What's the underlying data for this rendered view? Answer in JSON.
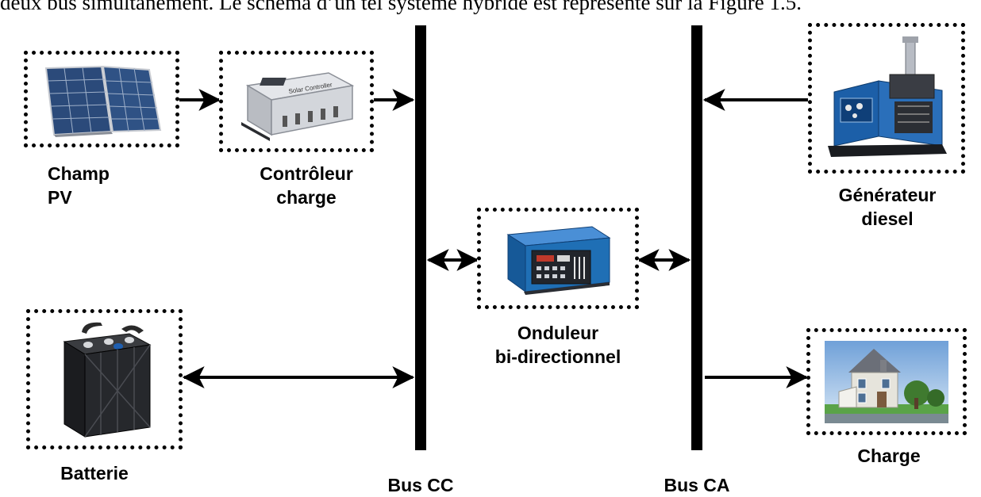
{
  "intro_text": "deux bus simultanément. Le schéma d’un tel système hybride est représenté sur la Figure 1.5.",
  "nodes": {
    "pv": {
      "line1": "Champ",
      "line2": "PV",
      "icon": "solar-panel-icon"
    },
    "controller": {
      "line1": "Contrôleur",
      "line2": "charge",
      "icon": "charge-controller-icon",
      "device_text": "Solar Controller"
    },
    "generator": {
      "line1": "Générateur",
      "line2": "diesel",
      "icon": "diesel-generator-icon"
    },
    "inverter": {
      "line1": "Onduleur",
      "line2": "bi-directionnel",
      "icon": "inverter-icon"
    },
    "battery": {
      "label": "Batterie",
      "icon": "battery-icon"
    },
    "load": {
      "label": "Charge",
      "icon": "house-icon"
    }
  },
  "buses": {
    "dc": {
      "label": "Bus CC"
    },
    "ac": {
      "label": "Bus CA"
    }
  },
  "colors": {
    "line": "#000000",
    "inverter_blue": "#1f6fb5",
    "generator_blue": "#1c5fa8",
    "solar_cell": "#2b4a7a"
  }
}
